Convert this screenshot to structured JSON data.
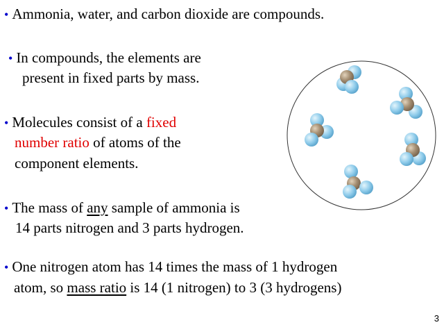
{
  "bullets": [
    {
      "lines": [
        [
          {
            "t": "Ammonia, water, and carbon dioxide are compounds."
          }
        ]
      ]
    },
    {
      "lines": [
        [
          {
            "t": "In compounds, the elements are"
          }
        ],
        [
          {
            "t": "present in fixed parts by mass."
          }
        ]
      ]
    },
    {
      "lines": [
        [
          {
            "t": "Molecules consist of a "
          },
          {
            "t": "fixed",
            "style": "red"
          }
        ],
        [
          {
            "t": "number ratio",
            "style": "red"
          },
          {
            "t": " of atoms of the"
          }
        ],
        [
          {
            "t": "component elements."
          }
        ]
      ]
    },
    {
      "lines": [
        [
          {
            "t": "The mass of "
          },
          {
            "t": "any",
            "style": "underline"
          },
          {
            "t": " sample of ammonia is"
          }
        ],
        [
          {
            "t": "14 parts nitrogen and 3 parts hydrogen."
          }
        ]
      ]
    },
    {
      "lines": [
        [
          {
            "t": "One nitrogen atom has 14 times the mass of 1 hydrogen"
          }
        ],
        [
          {
            "t": "atom, so "
          },
          {
            "t": "mass ratio",
            "style": "underline"
          },
          {
            "t": " is 14 (1 nitrogen) to 3 (3 hydrogens)"
          }
        ]
      ]
    }
  ],
  "page_number": "3",
  "bullet_symbol": "•",
  "colors": {
    "text": "#000000",
    "bullet": "#0000cc",
    "highlight": "#e00000",
    "nitrogen_atom": "#a48e72",
    "hydrogen_atom": "#8ecbea"
  },
  "diagram": {
    "kind": "ammonia-molecules-container",
    "molecule_count": 5,
    "atoms_per_molecule": {
      "nitrogen": 1,
      "hydrogen": 3
    }
  }
}
